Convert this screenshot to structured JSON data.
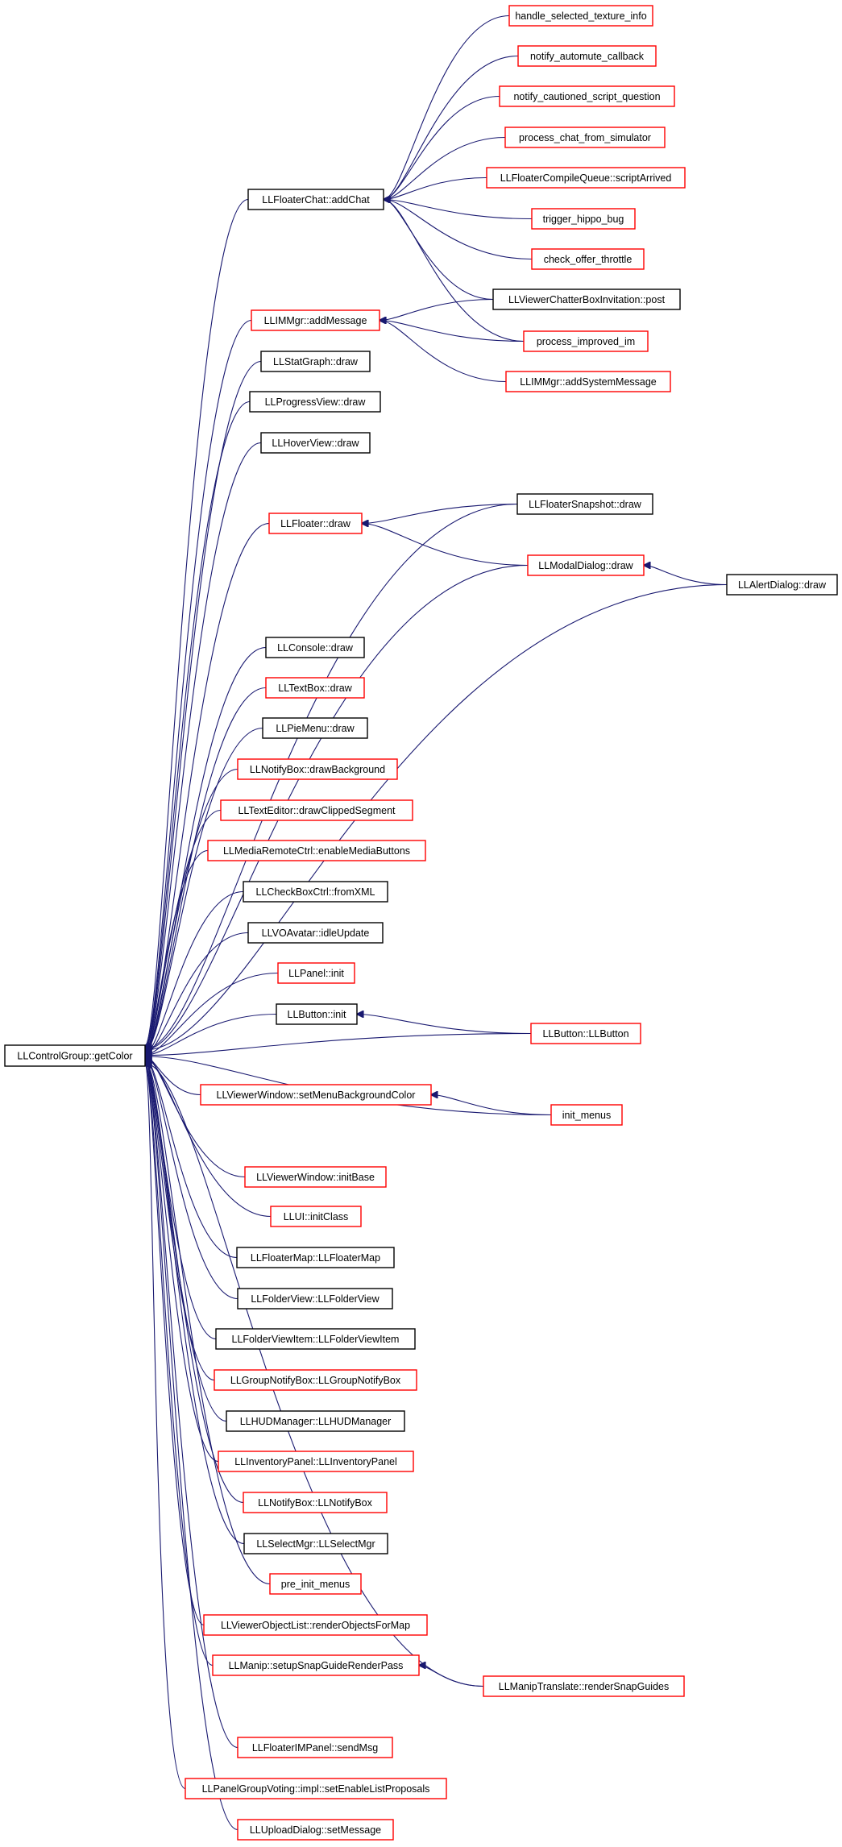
{
  "colors": {
    "edge": "#191970",
    "border_documented": "#000000",
    "border_undocumented": "#ff0000",
    "root_fill": "#bfbfbf"
  },
  "root": "LLControlGroup::getColor",
  "nodes": [
    {
      "id": "root",
      "label": "LLControlGroup::getColor",
      "style": "root"
    },
    {
      "id": "addChat",
      "label": "LLFloaterChat::addChat",
      "style": "black"
    },
    {
      "id": "handleTex",
      "label": "handle_selected_texture_info",
      "style": "red"
    },
    {
      "id": "notifyAuto",
      "label": "notify_automute_callback",
      "style": "red"
    },
    {
      "id": "notifyCaut",
      "label": "notify_cautioned_script_question",
      "style": "red"
    },
    {
      "id": "procChat",
      "label": "process_chat_from_simulator",
      "style": "red"
    },
    {
      "id": "compileQ",
      "label": "LLFloaterCompileQueue::scriptArrived",
      "style": "red"
    },
    {
      "id": "hippo",
      "label": "trigger_hippo_bug",
      "style": "red"
    },
    {
      "id": "throttle",
      "label": "check_offer_throttle",
      "style": "red"
    },
    {
      "id": "addMessage",
      "label": "LLIMMgr::addMessage",
      "style": "red"
    },
    {
      "id": "chatterPost",
      "label": "LLViewerChatterBoxInvitation::post",
      "style": "black"
    },
    {
      "id": "procIm",
      "label": "process_improved_im",
      "style": "red"
    },
    {
      "id": "addSysMsg",
      "label": "LLIMMgr::addSystemMessage",
      "style": "red"
    },
    {
      "id": "statGraph",
      "label": "LLStatGraph::draw",
      "style": "black"
    },
    {
      "id": "progView",
      "label": "LLProgressView::draw",
      "style": "black"
    },
    {
      "id": "hoverView",
      "label": "LLHoverView::draw",
      "style": "black"
    },
    {
      "id": "floaterDraw",
      "label": "LLFloater::draw",
      "style": "red"
    },
    {
      "id": "snapDraw",
      "label": "LLFloaterSnapshot::draw",
      "style": "black"
    },
    {
      "id": "modalDraw",
      "label": "LLModalDialog::draw",
      "style": "red"
    },
    {
      "id": "alertDraw",
      "label": "LLAlertDialog::draw",
      "style": "black"
    },
    {
      "id": "console",
      "label": "LLConsole::draw",
      "style": "black"
    },
    {
      "id": "textBox",
      "label": "LLTextBox::draw",
      "style": "red"
    },
    {
      "id": "pieMenu",
      "label": "LLPieMenu::draw",
      "style": "black"
    },
    {
      "id": "notifyBg",
      "label": "LLNotifyBox::drawBackground",
      "style": "red"
    },
    {
      "id": "textEd",
      "label": "LLTextEditor::drawClippedSegment",
      "style": "red"
    },
    {
      "id": "mediaRemote",
      "label": "LLMediaRemoteCtrl::enableMediaButtons",
      "style": "red"
    },
    {
      "id": "checkBox",
      "label": "LLCheckBoxCtrl::fromXML",
      "style": "black"
    },
    {
      "id": "voAvatar",
      "label": "LLVOAvatar::idleUpdate",
      "style": "black"
    },
    {
      "id": "panelInit",
      "label": "LLPanel::init",
      "style": "red"
    },
    {
      "id": "buttonInit",
      "label": "LLButton::init",
      "style": "black"
    },
    {
      "id": "llButton",
      "label": "LLButton::LLButton",
      "style": "red"
    },
    {
      "id": "menuBg",
      "label": "LLViewerWindow::setMenuBackgroundColor",
      "style": "red"
    },
    {
      "id": "initMenus",
      "label": "init_menus",
      "style": "red"
    },
    {
      "id": "initBase",
      "label": "LLViewerWindow::initBase",
      "style": "red"
    },
    {
      "id": "uiInit",
      "label": "LLUI::initClass",
      "style": "red"
    },
    {
      "id": "floaterMap",
      "label": "LLFloaterMap::LLFloaterMap",
      "style": "black"
    },
    {
      "id": "folderView",
      "label": "LLFolderView::LLFolderView",
      "style": "black"
    },
    {
      "id": "folderItem",
      "label": "LLFolderViewItem::LLFolderViewItem",
      "style": "black"
    },
    {
      "id": "groupNotify",
      "label": "LLGroupNotifyBox::LLGroupNotifyBox",
      "style": "red"
    },
    {
      "id": "hudMgr",
      "label": "LLHUDManager::LLHUDManager",
      "style": "black"
    },
    {
      "id": "invPanel",
      "label": "LLInventoryPanel::LLInventoryPanel",
      "style": "red"
    },
    {
      "id": "notifyBox",
      "label": "LLNotifyBox::LLNotifyBox",
      "style": "red"
    },
    {
      "id": "selectMgr",
      "label": "LLSelectMgr::LLSelectMgr",
      "style": "black"
    },
    {
      "id": "preInit",
      "label": "pre_init_menus",
      "style": "red"
    },
    {
      "id": "objList",
      "label": "LLViewerObjectList::renderObjectsForMap",
      "style": "red"
    },
    {
      "id": "manipSnap",
      "label": "LLManip::setupSnapGuideRenderPass",
      "style": "red"
    },
    {
      "id": "manipTrans",
      "label": "LLManipTranslate::renderSnapGuides",
      "style": "red"
    },
    {
      "id": "imSend",
      "label": "LLFloaterIMPanel::sendMsg",
      "style": "red"
    },
    {
      "id": "groupVoting",
      "label": "LLPanelGroupVoting::impl::setEnableListProposals",
      "style": "red"
    },
    {
      "id": "upload",
      "label": "LLUploadDialog::setMessage",
      "style": "red"
    }
  ],
  "edges": [
    [
      "addChat",
      "root"
    ],
    [
      "addMessage",
      "root"
    ],
    [
      "statGraph",
      "root"
    ],
    [
      "progView",
      "root"
    ],
    [
      "hoverView",
      "root"
    ],
    [
      "snapDraw",
      "root"
    ],
    [
      "floaterDraw",
      "root"
    ],
    [
      "modalDraw",
      "root"
    ],
    [
      "alertDraw",
      "root"
    ],
    [
      "console",
      "root"
    ],
    [
      "textBox",
      "root"
    ],
    [
      "pieMenu",
      "root"
    ],
    [
      "notifyBg",
      "root"
    ],
    [
      "textEd",
      "root"
    ],
    [
      "mediaRemote",
      "root"
    ],
    [
      "checkBox",
      "root"
    ],
    [
      "voAvatar",
      "root"
    ],
    [
      "panelInit",
      "root"
    ],
    [
      "buttonInit",
      "root"
    ],
    [
      "llButton",
      "root"
    ],
    [
      "menuBg",
      "root"
    ],
    [
      "initMenus",
      "root"
    ],
    [
      "initBase",
      "root"
    ],
    [
      "uiInit",
      "root"
    ],
    [
      "floaterMap",
      "root"
    ],
    [
      "folderView",
      "root"
    ],
    [
      "folderItem",
      "root"
    ],
    [
      "groupNotify",
      "root"
    ],
    [
      "hudMgr",
      "root"
    ],
    [
      "invPanel",
      "root"
    ],
    [
      "notifyBox",
      "root"
    ],
    [
      "selectMgr",
      "root"
    ],
    [
      "preInit",
      "root"
    ],
    [
      "objList",
      "root"
    ],
    [
      "manipSnap",
      "root"
    ],
    [
      "manipTrans",
      "root"
    ],
    [
      "imSend",
      "root"
    ],
    [
      "groupVoting",
      "root"
    ],
    [
      "upload",
      "root"
    ],
    [
      "handleTex",
      "addChat"
    ],
    [
      "notifyAuto",
      "addChat"
    ],
    [
      "notifyCaut",
      "addChat"
    ],
    [
      "procChat",
      "addChat"
    ],
    [
      "compileQ",
      "addChat"
    ],
    [
      "hippo",
      "addChat"
    ],
    [
      "throttle",
      "addChat"
    ],
    [
      "chatterPost",
      "addChat"
    ],
    [
      "procIm",
      "addChat"
    ],
    [
      "chatterPost",
      "addMessage"
    ],
    [
      "procIm",
      "addMessage"
    ],
    [
      "addSysMsg",
      "addMessage"
    ],
    [
      "snapDraw",
      "floaterDraw"
    ],
    [
      "modalDraw",
      "floaterDraw"
    ],
    [
      "alertDraw",
      "modalDraw"
    ],
    [
      "llButton",
      "buttonInit"
    ],
    [
      "initMenus",
      "menuBg"
    ],
    [
      "manipTrans",
      "manipSnap"
    ]
  ]
}
